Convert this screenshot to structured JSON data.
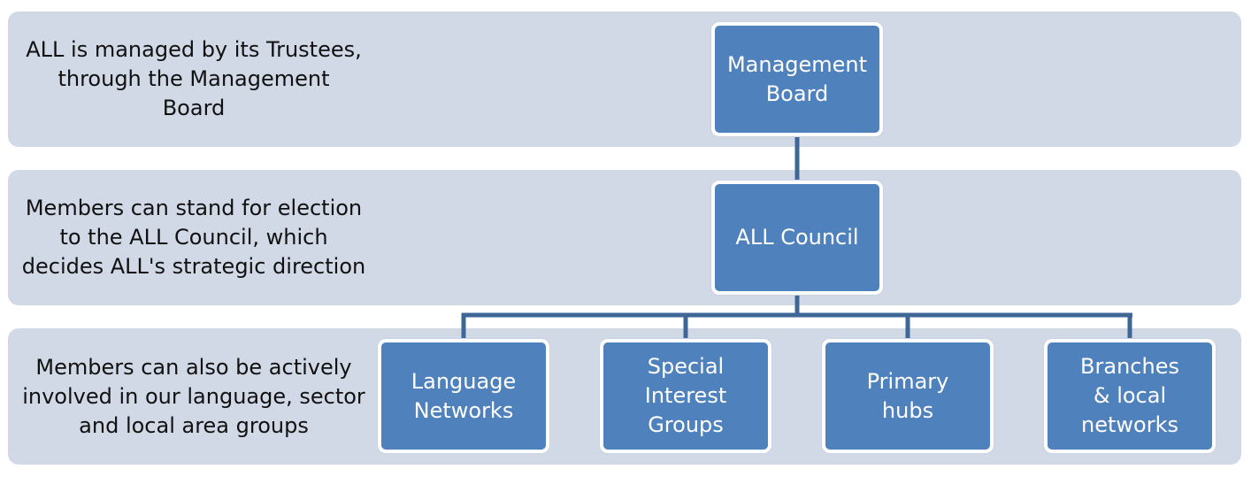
{
  "rows": [
    {
      "description": "ALL is managed by its Trustees,\nthrough the Management\nBoard"
    },
    {
      "description": "Members can stand for election\nto the ALL Council, which\ndecides ALL's strategic direction"
    },
    {
      "description": "Members can also be actively\ninvolved in our language, sector\nand local area groups"
    }
  ],
  "nodes": {
    "management_board": "Management\nBoard",
    "all_council": "ALL Council",
    "language_networks": "Language\nNetworks",
    "special_interest_groups": "Special\nInterest\nGroups",
    "primary_hubs": "Primary\nhubs",
    "branches": "Branches\n& local\nnetworks"
  },
  "colors": {
    "band": "#d1d8e6",
    "node_fill": "#4f81bd",
    "node_border": "#ffffff",
    "connector": "#3e6697",
    "text": "#111111",
    "node_text": "#ffffff"
  }
}
